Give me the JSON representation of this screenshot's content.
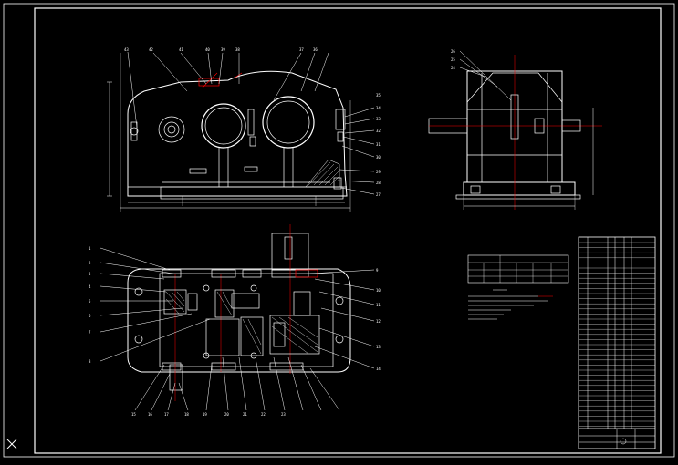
{
  "viewer": {
    "background": "#000000",
    "line_color": "#ffffff",
    "accent_color": "#ff0000",
    "cursor_icon": "crosshair-x-icon"
  },
  "front_view": {
    "callouts_top": [
      "43",
      "42",
      "41",
      "40",
      "39",
      "38",
      "37",
      "36"
    ],
    "callouts_right": [
      "35",
      "34",
      "33",
      "32",
      "31",
      "30",
      "29",
      "28",
      "27"
    ]
  },
  "side_view": {
    "callouts_top": [
      "26",
      "25",
      "24"
    ]
  },
  "top_view": {
    "callouts_left": [
      "1",
      "2",
      "3",
      "4",
      "5",
      "6",
      "7",
      "8"
    ],
    "callouts_right": [
      "9",
      "10",
      "11",
      "12",
      "13",
      "14"
    ],
    "callouts_bottom": [
      "15",
      "16",
      "17",
      "18",
      "19",
      "20",
      "21",
      "22",
      "23"
    ]
  }
}
